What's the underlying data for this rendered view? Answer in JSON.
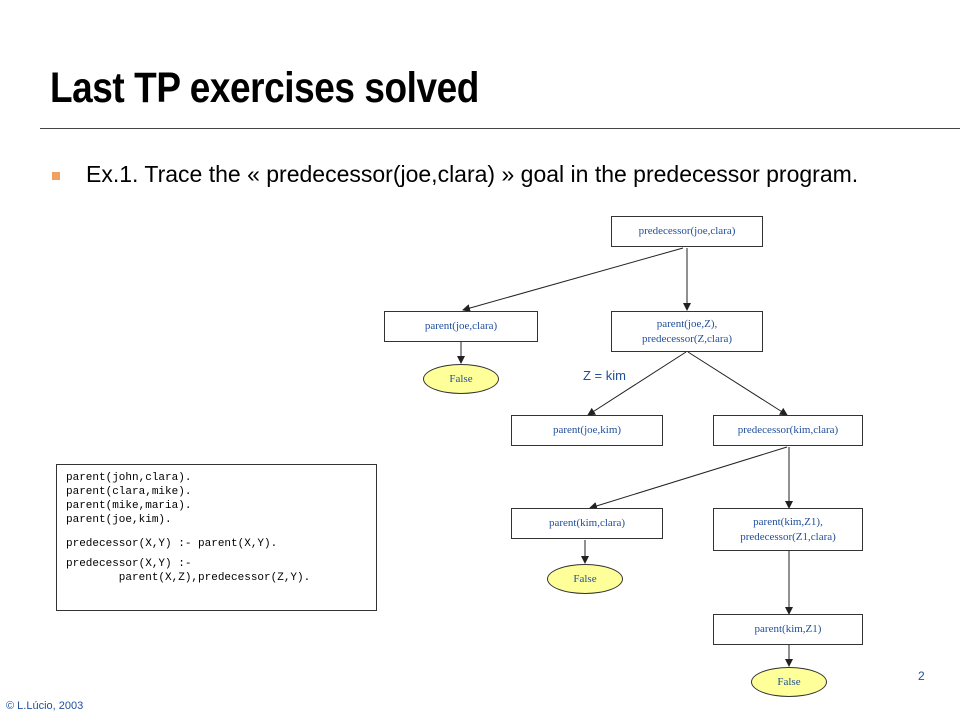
{
  "title": "Last TP exercises solved",
  "bullet_text": "Ex.1. Trace the « predecessor(joe,clara) » goal in the predecessor program.",
  "tree": {
    "root": "predecessor(joe,clara)",
    "n1": "parent(joe,clara)",
    "n2_line1": "parent(joe,Z),",
    "n2_line2": "predecessor(Z,clara)",
    "false1": "False",
    "binding": "Z = kim",
    "n3": "parent(joe,kim)",
    "n4": "predecessor(kim,clara)",
    "n5": "parent(kim,clara)",
    "n6_line1": "parent(kim,Z1),",
    "n6_line2": "predecessor(Z1,clara)",
    "false2": "False",
    "n7": "parent(kim,Z1)",
    "false3": "False"
  },
  "program": {
    "facts": [
      "parent(john,clara).",
      "parent(clara,mike).",
      "parent(mike,maria).",
      "parent(joe,kim)."
    ],
    "rule1": "predecessor(X,Y) :- parent(X,Y).",
    "rule2_line1": "predecessor(X,Y) :-",
    "rule2_line2": "        parent(X,Z),predecessor(Z,Y)."
  },
  "footer": {
    "page_number": "2",
    "copyright": "© L.Lúcio, 2003"
  },
  "colors": {
    "bullet": "#f0a060",
    "node_text": "#1f4e9a",
    "false_fill": "#ffff99"
  }
}
